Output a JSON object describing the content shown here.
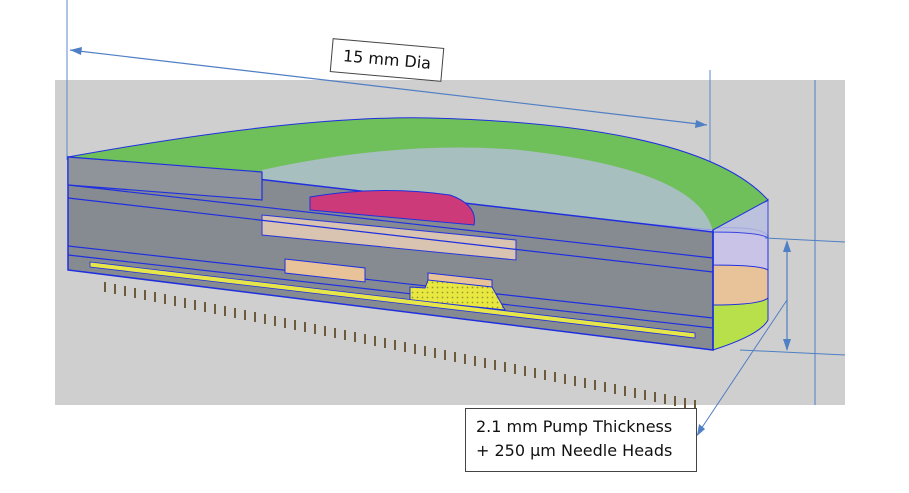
{
  "diagram": {
    "diameter_label": "15 mm Dia",
    "thickness_label_line1": "2.1 mm Pump Thickness",
    "thickness_label_line2": "+ 250 µm Needle Heads",
    "colors": {
      "background_plate": "#cfcfcf",
      "body": "#868b92",
      "outline": "#1f2fe0",
      "top_layer": "#6fbf5a",
      "membrane": "#b9bfe0",
      "reservoir": "#cc3a7a",
      "pump_chamber": "#e8c39a",
      "bottom_film": "#e6e64a",
      "needles": "#6d5a3a",
      "dimension_line": "#4f7fc4"
    }
  }
}
